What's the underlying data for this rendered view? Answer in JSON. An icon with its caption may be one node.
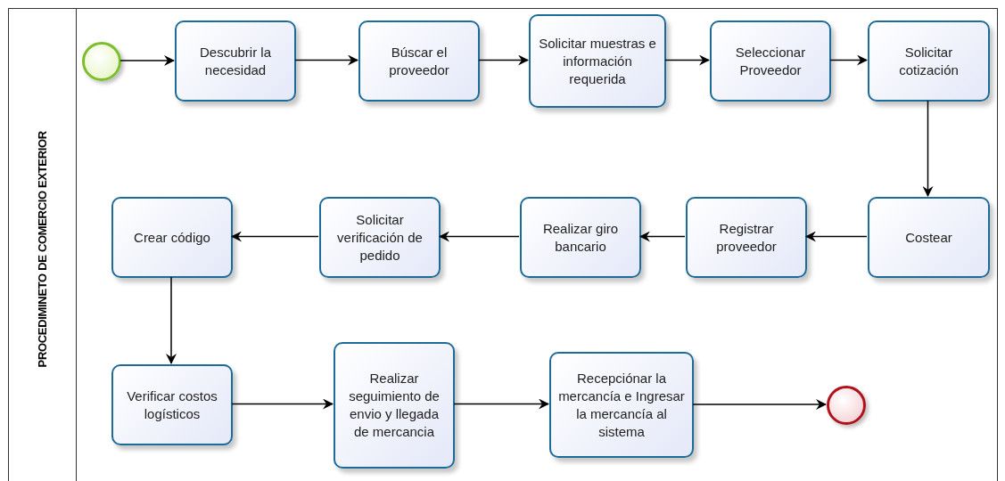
{
  "diagram": {
    "nodes": [
      {
        "text": [
          "PROCEDIMINETO DE COMERCIO EXTERIOR"
        ]
      },
      {
        "text": [],
        "shape": "circle",
        "in": 0
      },
      {
        "text": [
          "Descubrir la necesidad"
        ],
        "in": 0
      },
      {
        "text": [
          "Búscar el proveedor"
        ],
        "in": 0
      },
      {
        "text": [
          "Solicitar muestras e información requerida"
        ],
        "in": 0
      },
      {
        "text": [
          "Seleccionar Proveedor"
        ],
        "in": 0
      },
      {
        "text": [
          "Solicitar cotización"
        ],
        "in": 0
      },
      {
        "text": [
          "Crear código"
        ],
        "in": 0
      },
      {
        "text": [
          "Solicitar verificación de pedido"
        ],
        "in": 0
      },
      {
        "text": [
          "Realizar giro bancario"
        ],
        "in": 0
      },
      {
        "text": [
          "Registrar proveedor"
        ],
        "in": 0
      },
      {
        "text": [
          "Costear"
        ],
        "in": 0
      },
      {
        "text": [
          "Verificar costos logísticos"
        ],
        "in": 0
      },
      {
        "text": [
          "Realizar seguimiento de envio y llegada de mercancia"
        ],
        "in": 0
      },
      {
        "text": [
          "Recepciónar la mercancía e Ingresar la mercancía al sistema"
        ],
        "in": 0
      },
      {
        "text": [],
        "shape": "circle",
        "in": 0
      }
    ],
    "edges": [
      {
        "from": 1,
        "to": 2,
        "arrow": "to"
      },
      {
        "from": 2,
        "to": 3,
        "arrow": "to"
      },
      {
        "from": 3,
        "to": 4,
        "arrow": "to"
      },
      {
        "from": 4,
        "to": 5,
        "arrow": "to"
      },
      {
        "from": 5,
        "to": 6,
        "arrow": "to"
      },
      {
        "from": 6,
        "to": 11,
        "arrow": "to"
      },
      {
        "from": 11,
        "to": 10,
        "arrow": "to"
      },
      {
        "from": 10,
        "to": 9,
        "arrow": "to"
      },
      {
        "from": 9,
        "to": 8,
        "arrow": "to"
      },
      {
        "from": 8,
        "to": 7,
        "arrow": "to"
      },
      {
        "from": 7,
        "to": 12,
        "arrow": "to"
      },
      {
        "from": 12,
        "to": 13,
        "arrow": "to"
      },
      {
        "from": 13,
        "to": 14,
        "arrow": "to"
      },
      {
        "from": 14,
        "to": 15,
        "arrow": "to"
      }
    ]
  }
}
